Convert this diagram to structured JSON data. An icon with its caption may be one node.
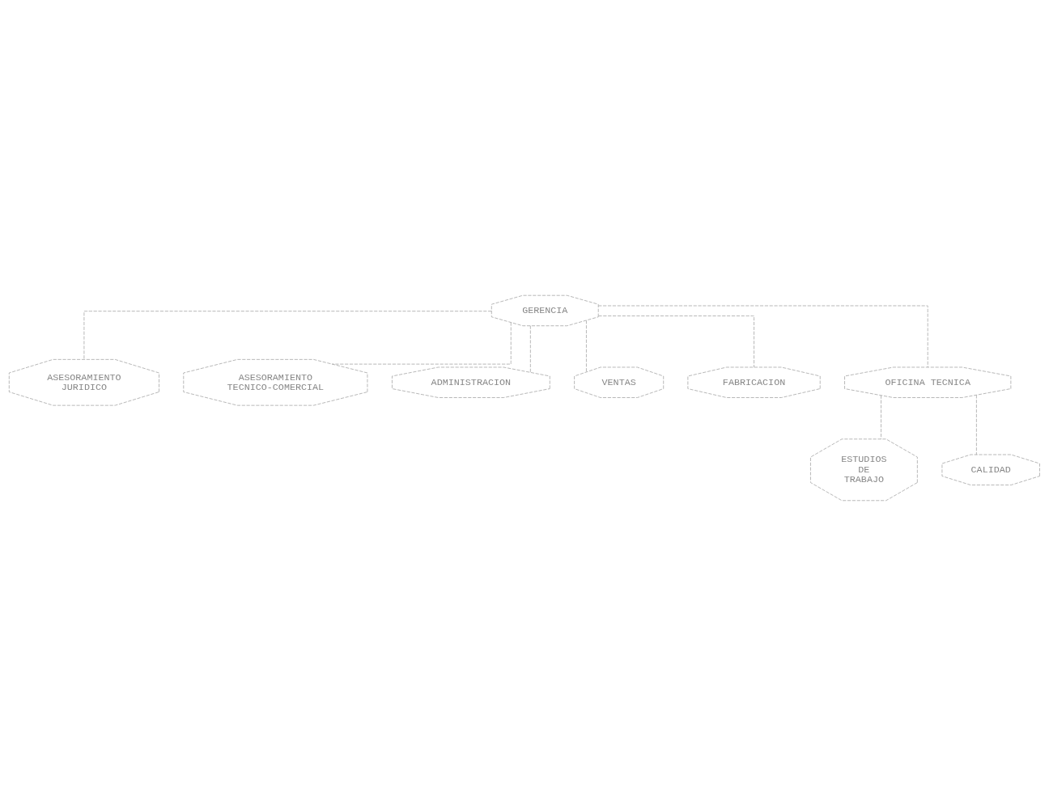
{
  "diagram": {
    "nodes": [
      {
        "text": [
          "GERENCIA"
        ]
      },
      {
        "text": [
          "ASESORAMIENTO JURIDICO"
        ]
      },
      {
        "text": [
          "ASESORAMIENTO TECNICO-COMERCIAL"
        ]
      },
      {
        "text": [
          "ADMINISTRACION"
        ]
      },
      {
        "text": [
          "VENTAS"
        ]
      },
      {
        "text": [
          "FABRICACION"
        ]
      },
      {
        "text": [
          "OFICINA TECNICA"
        ]
      },
      {
        "text": [
          "ESTUDIOS DE TRABAJO"
        ]
      },
      {
        "text": [
          "CALIDAD"
        ]
      }
    ],
    "edges": [
      {
        "from": 0,
        "to": 1,
        "arrow": "none",
        "style": "dashed"
      },
      {
        "from": 0,
        "to": 2,
        "arrow": "none",
        "style": "dashed"
      },
      {
        "from": 0,
        "to": 3,
        "arrow": "none",
        "style": "dashed"
      },
      {
        "from": 0,
        "to": 4,
        "arrow": "none",
        "style": "dashed"
      },
      {
        "from": 0,
        "to": 5,
        "arrow": "none",
        "style": "dashed"
      },
      {
        "from": 0,
        "to": 6,
        "arrow": "none",
        "style": "dashed"
      },
      {
        "from": 6,
        "to": 7,
        "arrow": "none",
        "style": "dashed"
      },
      {
        "from": 6,
        "to": 8,
        "arrow": "none",
        "style": "dashed"
      }
    ]
  }
}
